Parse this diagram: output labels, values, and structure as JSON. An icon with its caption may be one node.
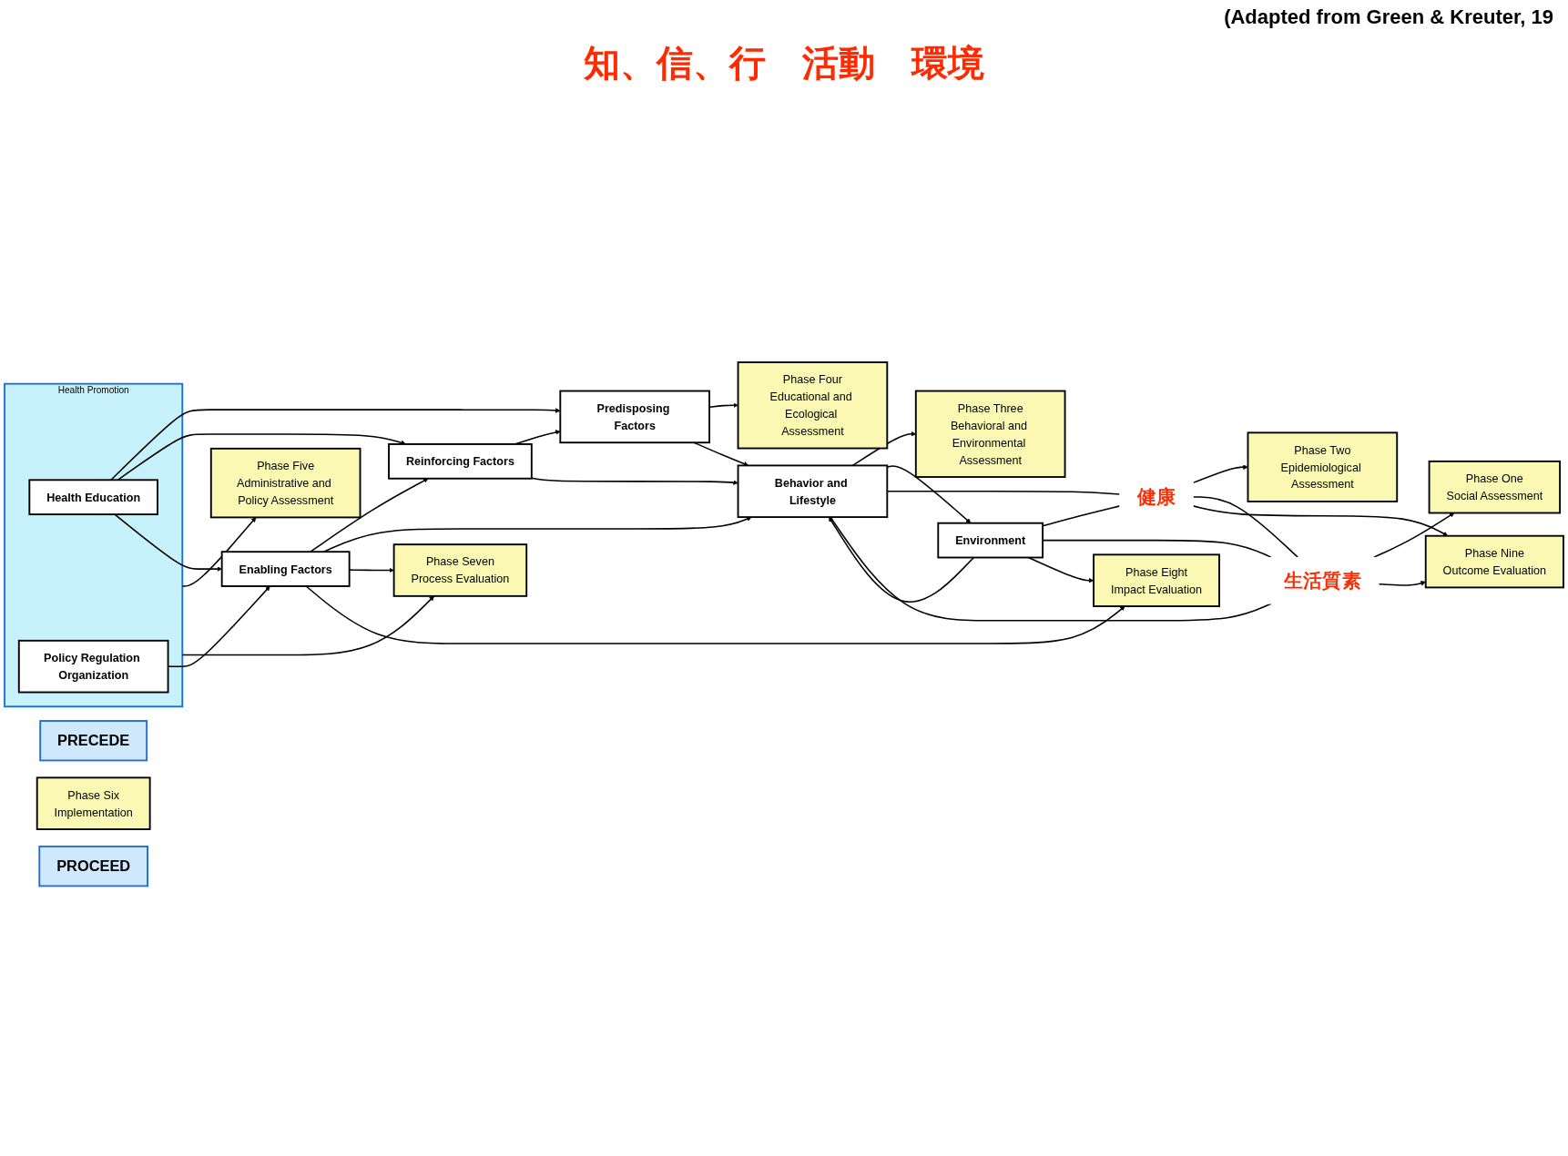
{
  "diagram": {
    "nodes": [
      {
        "text": [
          "PRECEDE"
        ]
      },
      {
        "text": [
          "Phase Five",
          "Administrative and Policy Assessment"
        ]
      },
      {
        "text": [
          "Phase Four",
          "Educational and Ecological Assessment"
        ]
      },
      {
        "text": [
          "Phase Three",
          "Behavioral and Environmental Assessment"
        ]
      },
      {
        "text": [
          "Phase Two",
          "Epidemiological Assessment"
        ]
      },
      {
        "text": [
          "Phase One",
          "Social Assessment"
        ]
      },
      {
        "text": [
          "Health Promotion"
        ]
      },
      {
        "text": [
          "Health Education"
        ],
        "in": 6
      },
      {
        "text": [
          "Policy Regulation Organization"
        ],
        "in": 6
      },
      {
        "text": [
          "Predisposing Factors"
        ]
      },
      {
        "text": [
          "Reinforcing Factors"
        ]
      },
      {
        "text": [
          "Enabling Factors"
        ]
      },
      {
        "text": [
          "Behavior and Lifestyle"
        ]
      },
      {
        "text": [
          "Environment"
        ]
      },
      {
        "text": [
          "健康"
        ]
      },
      {
        "text": [
          "生活質素"
        ]
      },
      {
        "text": [
          "Phase Six",
          "Implementation"
        ]
      },
      {
        "text": [
          "Phase Seven",
          "Process Evaluation"
        ]
      },
      {
        "text": [
          "Phase Eight",
          "Impact Evaluation"
        ]
      },
      {
        "text": [
          "Phase Nine",
          "Outcome Evaluation"
        ]
      },
      {
        "text": [
          "PROCEED"
        ]
      }
    ],
    "edges": [
      {
        "from": 6,
        "to": 1,
        "arrow": "to"
      },
      {
        "from": 9,
        "to": 2,
        "arrow": "to"
      },
      {
        "from": 12,
        "to": 3,
        "arrow": "to"
      },
      {
        "from": 14,
        "to": 4,
        "arrow": "to"
      },
      {
        "from": 15,
        "to": 5,
        "arrow": "to"
      },
      {
        "from": 7,
        "to": 9,
        "arrow": "to"
      },
      {
        "from": 7,
        "to": 10,
        "arrow": "to"
      },
      {
        "from": 7,
        "to": 11,
        "arrow": "to"
      },
      {
        "from": 8,
        "to": 11,
        "arrow": "to"
      },
      {
        "from": 10,
        "to": 9,
        "arrow": "to"
      },
      {
        "from": 11,
        "to": 10,
        "arrow": "to"
      },
      {
        "from": 9,
        "to": 12,
        "arrow": "to"
      },
      {
        "from": 10,
        "to": 12,
        "arrow": "to"
      },
      {
        "from": 11,
        "to": 12,
        "arrow": "to"
      },
      {
        "from": 13,
        "to": 12,
        "arrow": "to"
      },
      {
        "from": 12,
        "to": 13,
        "arrow": "to"
      },
      {
        "from": 12,
        "to": 14,
        "arrow": "none"
      },
      {
        "from": 13,
        "to": 14,
        "arrow": "none"
      },
      {
        "from": 12,
        "to": 15,
        "arrow": "none"
      },
      {
        "from": 13,
        "to": 15,
        "arrow": "none"
      },
      {
        "from": 14,
        "to": 15,
        "arrow": "none"
      },
      {
        "from": 6,
        "to": 17,
        "arrow": "to"
      },
      {
        "from": 11,
        "to": 17,
        "arrow": "to"
      },
      {
        "from": 11,
        "to": 18,
        "arrow": "to"
      },
      {
        "from": 13,
        "to": 18,
        "arrow": "to"
      },
      {
        "from": 14,
        "to": 19,
        "arrow": "to"
      },
      {
        "from": 15,
        "to": 19,
        "arrow": "to"
      }
    ],
    "labels": [
      "(Adapted from Green & Kreuter, 19",
      "知、信、行",
      "活動",
      "環境"
    ]
  }
}
